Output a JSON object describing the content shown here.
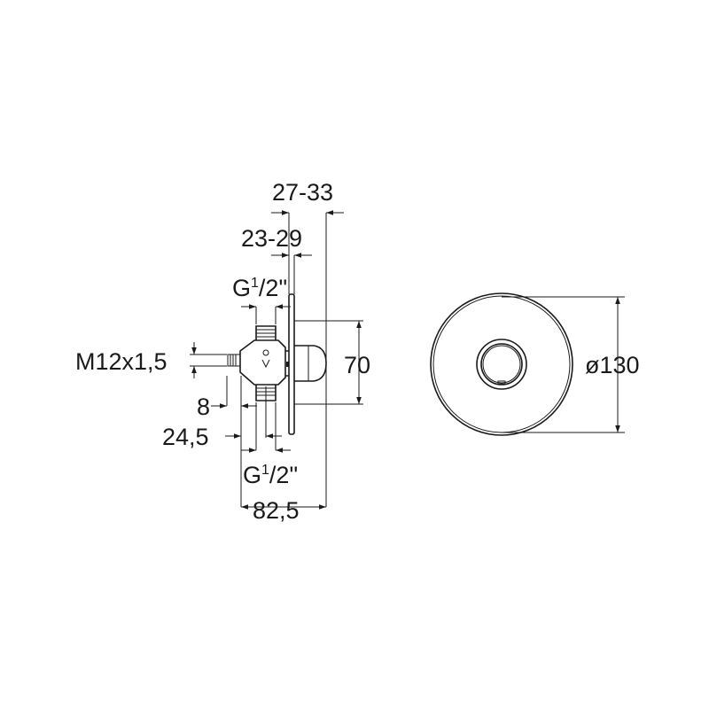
{
  "dimensions": {
    "top_range_outer": "27-33",
    "top_range_inner": "23-29",
    "thread_top_main": "G",
    "thread_top_sup": "1",
    "thread_top_sub": "/2\"",
    "thread_left": "M12x1,5",
    "height": "70",
    "offset_small": "8",
    "offset_mid": "24,5",
    "thread_bottom_main": "G",
    "thread_bottom_sup": "1",
    "thread_bottom_sub": "/2\"",
    "total_depth": "82,5",
    "plate_diameter": "ø130"
  }
}
